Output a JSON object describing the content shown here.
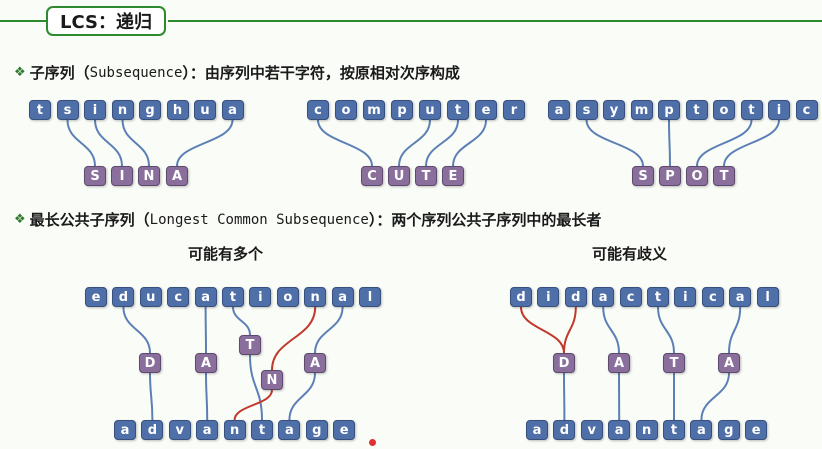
{
  "title": "LCS：递归",
  "colors": {
    "accent": "#2e8a2e",
    "source_tile": "#4f6fa8",
    "subsequence_tile": "#8a6f9c",
    "connector": "#5c7fb5",
    "highlight_connector": "#c0392b"
  },
  "section1": {
    "heading_pre": "子序列（",
    "heading_mono": "Subsequence",
    "heading_post": "）：由序列中若干字符，按原相对次序构成"
  },
  "section2": {
    "heading_pre": "最长公共子序列（",
    "heading_mono": "Longest Common Subsequence",
    "heading_post": "）：两个序列公共子序列中的最长者",
    "sub_left": "可能有多个",
    "sub_right": "可能有歧义"
  },
  "examples": {
    "tsinghua": {
      "source": "tsinghua",
      "subsequence": "SINA"
    },
    "computer": {
      "source": "computer",
      "subsequence": "CUTE"
    },
    "asymptotic": {
      "source": "asymptotic",
      "subsequence": "SPOT"
    },
    "educational": {
      "top": "educational",
      "lcs": [
        "D",
        "A",
        "T",
        "N",
        "A"
      ],
      "bottom": "advantage"
    },
    "didactical": {
      "top": "didactical",
      "lcs": [
        "D",
        "A",
        "T",
        "A"
      ],
      "bottom": "advantage"
    }
  }
}
